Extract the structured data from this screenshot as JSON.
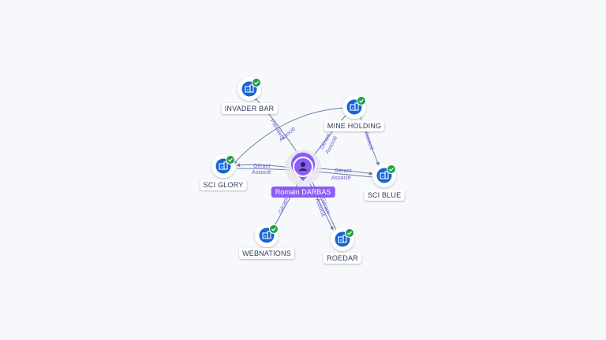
{
  "center": {
    "label": "Romain DARBAS",
    "icon": "person-icon",
    "color": "#8b5cf6"
  },
  "nodes": [
    {
      "id": "invader-bar",
      "label": "INVADER BAR",
      "icon": "company-building-icon",
      "verified": true
    },
    {
      "id": "mine-holding",
      "label": "MINE HOLDING",
      "icon": "company-building-icon",
      "verified": true
    },
    {
      "id": "sci-glory",
      "label": "SCI GLORY",
      "icon": "company-building-icon",
      "verified": true
    },
    {
      "id": "sci-blue",
      "label": "SCI BLUE",
      "icon": "company-building-icon",
      "verified": true
    },
    {
      "id": "webnations",
      "label": "WEBNATIONS",
      "icon": "company-building-icon",
      "verified": true
    },
    {
      "id": "roedar",
      "label": "ROEDAR",
      "icon": "company-building-icon",
      "verified": true
    }
  ],
  "edges": [
    {
      "from": "center",
      "to": "invader-bar",
      "label": "Président"
    },
    {
      "from": "mine-holding",
      "to": "sci-glory",
      "label": "Associé"
    },
    {
      "from": "center",
      "to": "mine-holding",
      "label": "Gérant"
    },
    {
      "from": "center",
      "to": "mine-holding",
      "label": "Associé"
    },
    {
      "from": "mine-holding",
      "to": "sci-blue",
      "label": "Associé"
    },
    {
      "from": "center",
      "to": "sci-glory",
      "label": "Gérant"
    },
    {
      "from": "center",
      "to": "sci-glory",
      "label": "Associé"
    },
    {
      "from": "center",
      "to": "sci-blue",
      "label": "Gérant"
    },
    {
      "from": "center",
      "to": "sci-blue",
      "label": "Associé"
    },
    {
      "from": "center",
      "to": "webnations",
      "label": "Gérant"
    },
    {
      "from": "center",
      "to": "roedar",
      "label": "Gérant"
    },
    {
      "from": "center",
      "to": "roedar",
      "label": "Associé"
    }
  ],
  "colors": {
    "company": "#1565d8",
    "verified": "#1e9e4a",
    "edge": "#6b7fa8",
    "edge_label": "#6b59d9"
  }
}
